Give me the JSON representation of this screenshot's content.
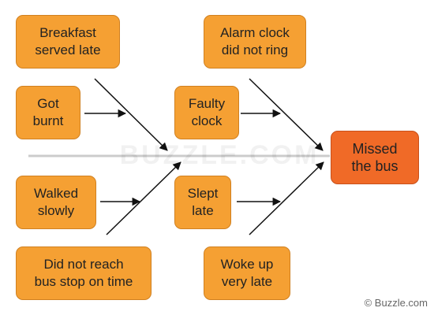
{
  "diagram": {
    "effect": "Missed\nthe bus",
    "causes": [
      {
        "id": "breakfast",
        "label": "Breakfast\nserved late"
      },
      {
        "id": "burnt",
        "label": "Got\nburnt"
      },
      {
        "id": "alarm",
        "label": "Alarm clock\ndid not ring"
      },
      {
        "id": "faulty",
        "label": "Faulty\nclock"
      },
      {
        "id": "walked",
        "label": "Walked\nslowly"
      },
      {
        "id": "busstop",
        "label": "Did not reach\nbus stop on time"
      },
      {
        "id": "slept",
        "label": "Slept\nlate"
      },
      {
        "id": "woke",
        "label": "Woke up\nvery late"
      }
    ]
  },
  "watermark": "BUZZLE.COM",
  "credit": "© Buzzle.com",
  "colors": {
    "cause_fill": "#f5a033",
    "effect_fill": "#f06a27",
    "spine": "#cccccc",
    "arrow": "#111111"
  }
}
